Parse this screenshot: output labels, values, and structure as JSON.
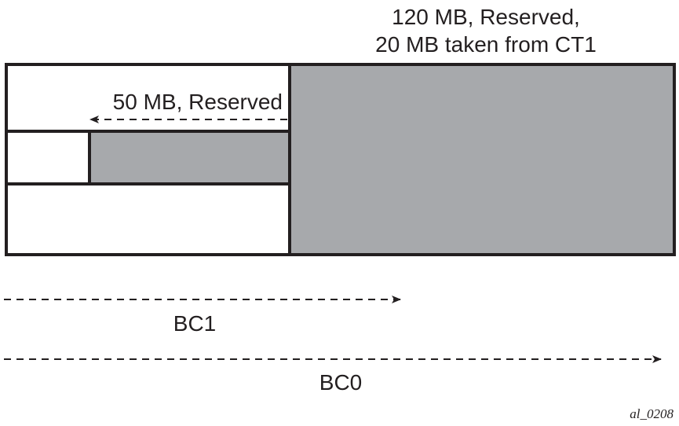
{
  "labels": {
    "top_line1": "120 MB, Reserved,",
    "top_line2": "20 MB taken from CT1",
    "reserved_50": "50 MB, Reserved",
    "bc1": "BC1",
    "bc0": "BC0",
    "figure_id": "al_0208"
  },
  "colors": {
    "fill_gray": "#a7a9ac",
    "stroke": "#231f20"
  }
}
